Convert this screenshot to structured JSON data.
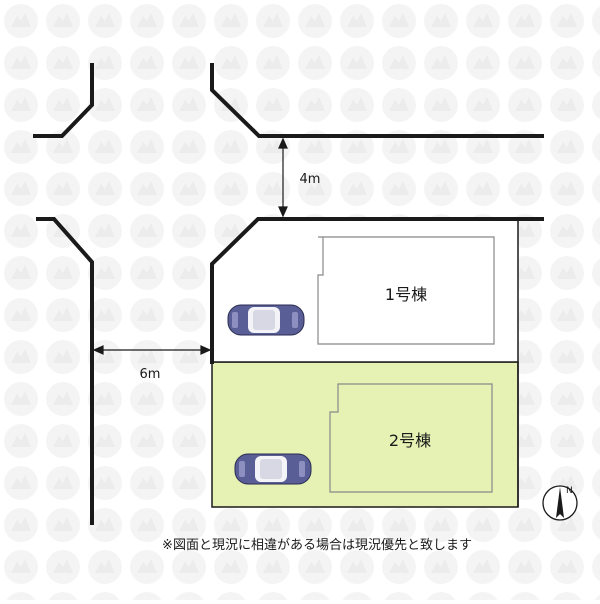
{
  "dimensions": {
    "road_width": "4m",
    "side_road_width": "6m"
  },
  "lots": [
    {
      "label": "1号棟",
      "fill": "#ffffff"
    },
    {
      "label": "2号棟",
      "fill": "#e6f2b4"
    }
  ],
  "compass": {
    "label": "N"
  },
  "note": "※図面と現況に相違がある場合は現況優先と致します",
  "colors": {
    "line": "#1a1a1a",
    "lot2_fill": "#e6f2b4",
    "watermark": "#f2f2f2",
    "car_body": "#5a5e96"
  }
}
